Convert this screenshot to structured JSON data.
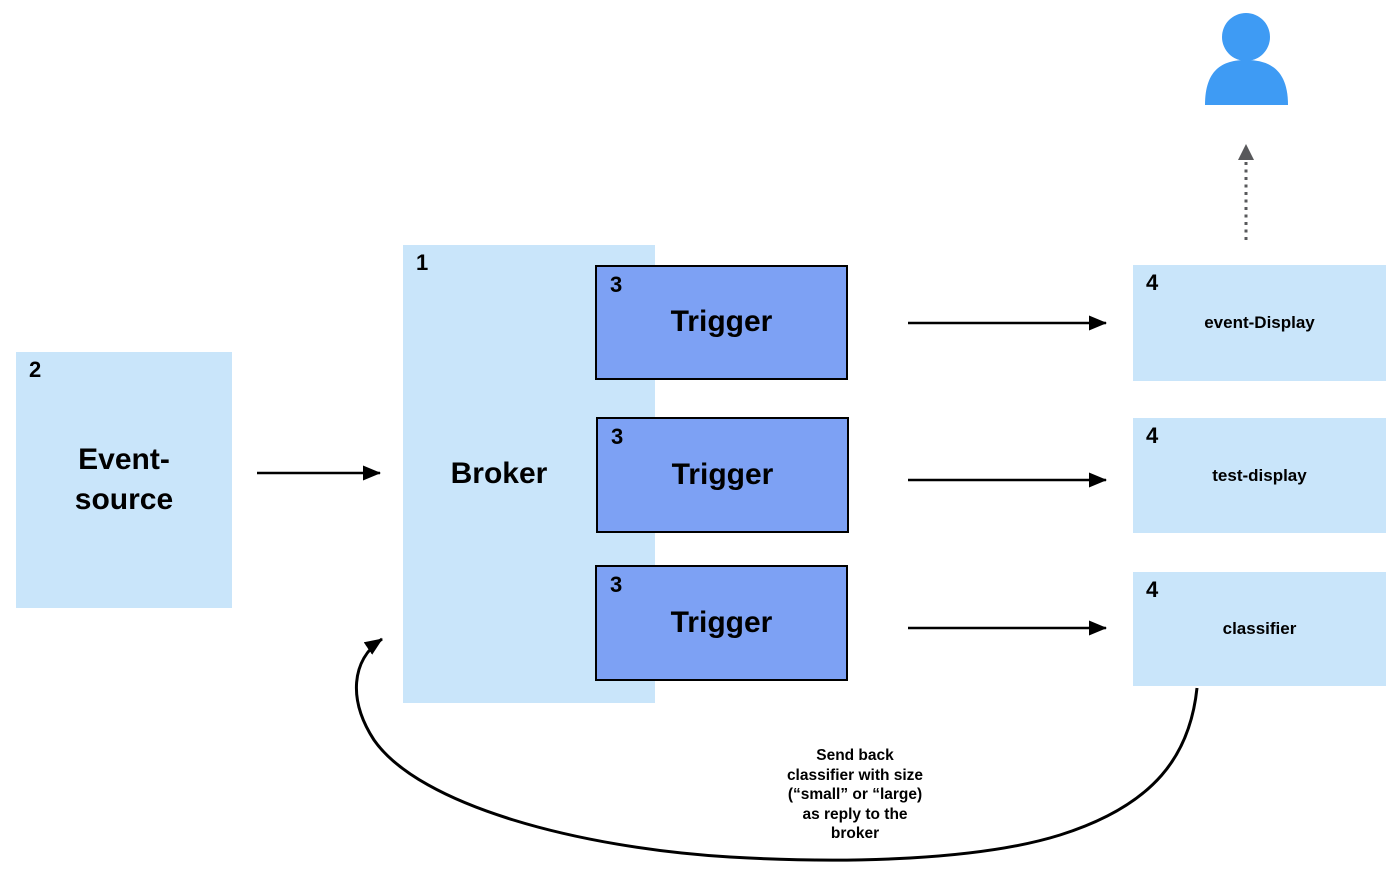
{
  "colors": {
    "node_fill": "#C9E5FA",
    "trigger_fill": "#7DA1F4",
    "trigger_border": "#000000",
    "person_icon": "#3E9BF4",
    "arrow": "#000000",
    "dashed_arrow": "#58595B",
    "text": "#000000",
    "background": "#FFFFFF"
  },
  "nodes": {
    "event_source": {
      "number": "2",
      "label": "Event-source"
    },
    "broker": {
      "number": "1",
      "label": "Broker"
    },
    "triggers": [
      {
        "number": "3",
        "label": "Trigger"
      },
      {
        "number": "3",
        "label": "Trigger"
      },
      {
        "number": "3",
        "label": "Trigger"
      }
    ],
    "services": [
      {
        "number": "4",
        "label": "event-Display"
      },
      {
        "number": "4",
        "label": "test-display"
      },
      {
        "number": "4",
        "label": "classifier"
      }
    ]
  },
  "annotations": {
    "reply_note": "Send back\nclassifier with size\n(“small” or “large)\nas reply to the\nbroker"
  },
  "icons": {
    "person": "user-icon"
  }
}
